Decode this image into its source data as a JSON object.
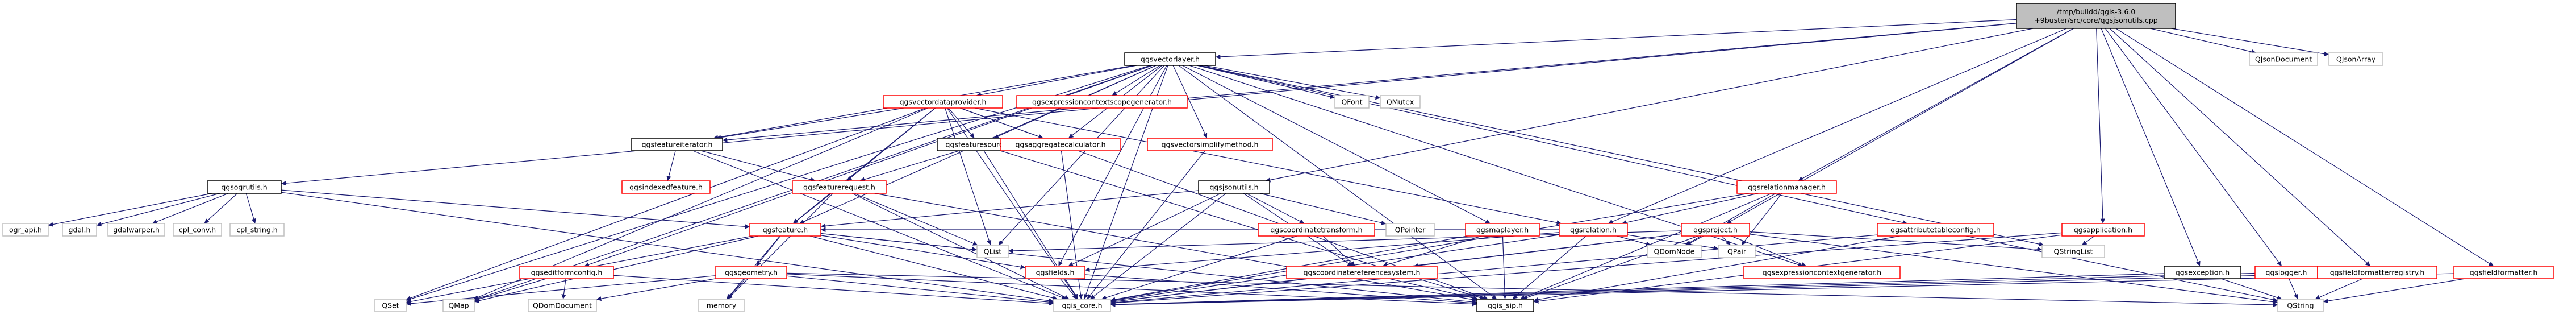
{
  "graph": {
    "edge_color": "#191970",
    "node_colors": {
      "root": {
        "fill": "#bfbfbf",
        "stroke": "#000000"
      },
      "documented": {
        "fill": "#ffffff",
        "stroke": "#000000"
      },
      "undocumented": {
        "fill": "#ffffff",
        "stroke": "#ff0000"
      },
      "external": {
        "fill": "#ffffff",
        "stroke": "#bfbfbf"
      }
    },
    "nodes": [
      {
        "id": "root",
        "label": [
          "/tmp/buildd/qgis-3.6.0",
          "+9buster/src/core/qgsjsonutils.cpp"
        ],
        "kind": "root"
      },
      {
        "id": "qgsvectorlayer",
        "label": [
          "qgsvectorlayer.h"
        ],
        "kind": "documented"
      },
      {
        "id": "qjsondocument",
        "label": [
          "QJsonDocument"
        ],
        "kind": "external"
      },
      {
        "id": "qjsonarray",
        "label": [
          "QJsonArray"
        ],
        "kind": "external"
      },
      {
        "id": "qgsvectordataprovider",
        "label": [
          "qgsvectordataprovider.h"
        ],
        "kind": "undocumented"
      },
      {
        "id": "qgsexpressioncontextscopegenerator",
        "label": [
          "qgsexpressioncontextscopegenerator.h"
        ],
        "kind": "undocumented"
      },
      {
        "id": "qfont",
        "label": [
          "QFont"
        ],
        "kind": "external"
      },
      {
        "id": "qmutex",
        "label": [
          "QMutex"
        ],
        "kind": "external"
      },
      {
        "id": "qgsogrutils",
        "label": [
          "qgsogrutils.h"
        ],
        "kind": "documented"
      },
      {
        "id": "qgsfeatureiterator",
        "label": [
          "qgsfeatureiterator.h"
        ],
        "kind": "documented"
      },
      {
        "id": "qgsfeaturesource",
        "label": [
          "qgsfeaturesource.h"
        ],
        "kind": "documented"
      },
      {
        "id": "qgsaggregatecalculator",
        "label": [
          "qgsaggregatecalculator.h"
        ],
        "kind": "undocumented"
      },
      {
        "id": "qgsvectorsimplifymethod",
        "label": [
          "qgsvectorsimplifymethod.h"
        ],
        "kind": "undocumented"
      },
      {
        "id": "qgsjsonutils",
        "label": [
          "qgsjsonutils.h"
        ],
        "kind": "documented"
      },
      {
        "id": "qgsrelationmanager",
        "label": [
          "qgsrelationmanager.h"
        ],
        "kind": "undocumented"
      },
      {
        "id": "qgsattributetableconfig",
        "label": [
          "qgsattributetableconfig.h"
        ],
        "kind": "undocumented"
      },
      {
        "id": "qgsapplication",
        "label": [
          "qgsapplication.h"
        ],
        "kind": "undocumented"
      },
      {
        "id": "qgsindexedfeature",
        "label": [
          "qgsindexedfeature.h"
        ],
        "kind": "undocumented"
      },
      {
        "id": "qgsfeaturerequest",
        "label": [
          "qgsfeaturerequest.h"
        ],
        "kind": "undocumented"
      },
      {
        "id": "ogr_api",
        "label": [
          "ogr_api.h"
        ],
        "kind": "external"
      },
      {
        "id": "gdal",
        "label": [
          "gdal.h"
        ],
        "kind": "external"
      },
      {
        "id": "gdalwarper",
        "label": [
          "gdalwarper.h"
        ],
        "kind": "external"
      },
      {
        "id": "cpl_conv",
        "label": [
          "cpl_conv.h"
        ],
        "kind": "external"
      },
      {
        "id": "cpl_string",
        "label": [
          "cpl_string.h"
        ],
        "kind": "external"
      },
      {
        "id": "qgscoordinatetransform",
        "label": [
          "qgscoordinatetransform.h"
        ],
        "kind": "undocumented"
      },
      {
        "id": "qpointer",
        "label": [
          "QPointer"
        ],
        "kind": "external"
      },
      {
        "id": "qgsmaplayer",
        "label": [
          "qgsmaplayer.h"
        ],
        "kind": "undocumented"
      },
      {
        "id": "qgsrelation",
        "label": [
          "qgsrelation.h"
        ],
        "kind": "undocumented"
      },
      {
        "id": "qgsproject",
        "label": [
          "qgsproject.h"
        ],
        "kind": "undocumented"
      },
      {
        "id": "qgsfeature",
        "label": [
          "qgsfeature.h"
        ],
        "kind": "undocumented"
      },
      {
        "id": "qgseditformconfig",
        "label": [
          "qgseditformconfig.h"
        ],
        "kind": "undocumented"
      },
      {
        "id": "qgsgeometry",
        "label": [
          "qgsgeometry.h"
        ],
        "kind": "undocumented"
      },
      {
        "id": "qgsfields",
        "label": [
          "qgsfields.h"
        ],
        "kind": "undocumented"
      },
      {
        "id": "qgscoordinatereferencesystem",
        "label": [
          "qgscoordinatereferencesystem.h"
        ],
        "kind": "undocumented"
      },
      {
        "id": "qgsexpressioncontextgenerator",
        "label": [
          "qgsexpressioncontextgenerator.h"
        ],
        "kind": "undocumented"
      },
      {
        "id": "qgsexception",
        "label": [
          "qgsexception.h"
        ],
        "kind": "documented"
      },
      {
        "id": "qgslogger",
        "label": [
          "qgslogger.h"
        ],
        "kind": "undocumented"
      },
      {
        "id": "qgsfieldformatterregistry",
        "label": [
          "qgsfieldformatterregistry.h"
        ],
        "kind": "undocumented"
      },
      {
        "id": "qgsfieldformatter",
        "label": [
          "qgsfieldformatter.h"
        ],
        "kind": "undocumented"
      },
      {
        "id": "qlist",
        "label": [
          "QList"
        ],
        "kind": "external"
      },
      {
        "id": "qdomnode",
        "label": [
          "QDomNode"
        ],
        "kind": "external"
      },
      {
        "id": "qpair",
        "label": [
          "QPair"
        ],
        "kind": "external"
      },
      {
        "id": "qstringlist",
        "label": [
          "QStringList"
        ],
        "kind": "external"
      },
      {
        "id": "qset",
        "label": [
          "QSet"
        ],
        "kind": "external"
      },
      {
        "id": "qmap",
        "label": [
          "QMap"
        ],
        "kind": "external"
      },
      {
        "id": "qdomdocument",
        "label": [
          "QDomDocument"
        ],
        "kind": "external"
      },
      {
        "id": "memory",
        "label": [
          "memory"
        ],
        "kind": "external"
      },
      {
        "id": "qgis_core",
        "label": [
          "qgis_core.h"
        ],
        "kind": "external"
      },
      {
        "id": "qgis_sip",
        "label": [
          "qgis_sip.h"
        ],
        "kind": "documented"
      },
      {
        "id": "qstring",
        "label": [
          "QString"
        ],
        "kind": "external"
      }
    ],
    "edges": [
      [
        "root",
        "qgsvectorlayer"
      ],
      [
        "root",
        "qjsondocument"
      ],
      [
        "root",
        "qjsonarray"
      ],
      [
        "root",
        "qgsjsonutils"
      ],
      [
        "root",
        "qgsrelationmanager"
      ],
      [
        "root",
        "qgsapplication"
      ],
      [
        "root",
        "qgsexception"
      ],
      [
        "root",
        "qgslogger"
      ],
      [
        "root",
        "qgsfieldformatterregistry"
      ],
      [
        "root",
        "qgsfieldformatter"
      ],
      [
        "root",
        "qgsogrutils"
      ],
      [
        "root",
        "qgsproject"
      ],
      [
        "root",
        "qgsrelation"
      ],
      [
        "root",
        "qgsfeatureiterator"
      ],
      [
        "qgsvectorlayer",
        "qgsvectordataprovider"
      ],
      [
        "qgsvectorlayer",
        "qgsexpressioncontextscopegenerator"
      ],
      [
        "qgsvectorlayer",
        "qfont"
      ],
      [
        "qgsvectorlayer",
        "qmutex"
      ],
      [
        "qgsvectorlayer",
        "qgsfeaturesource"
      ],
      [
        "qgsvectorlayer",
        "qgsaggregatecalculator"
      ],
      [
        "qgsvectorlayer",
        "qgsvectorsimplifymethod"
      ],
      [
        "qgsvectorlayer",
        "qgsmaplayer"
      ],
      [
        "qgsvectorlayer",
        "qgsattributetableconfig"
      ],
      [
        "qgsvectorlayer",
        "qgseditformconfig"
      ],
      [
        "qgsvectorlayer",
        "qgsfeature"
      ],
      [
        "qgsvectorlayer",
        "qgsfields"
      ],
      [
        "qgsvectorlayer",
        "qgsfeatureiterator"
      ],
      [
        "qgsvectorlayer",
        "qlist"
      ],
      [
        "qgsvectorlayer",
        "qset"
      ],
      [
        "qgsvectorlayer",
        "qmap"
      ],
      [
        "qgsvectorlayer",
        "qstringlist"
      ],
      [
        "qgsvectorlayer",
        "qgis_core"
      ],
      [
        "qgsvectorlayer",
        "qgis_sip"
      ],
      [
        "qgsvectorlayer",
        "qgsexpressioncontextgenerator"
      ],
      [
        "qgsvectordataprovider",
        "qgsfeaturesource"
      ],
      [
        "qgsvectordataprovider",
        "qgsaggregatecalculator"
      ],
      [
        "qgsvectordataprovider",
        "qgsfeaturerequest"
      ],
      [
        "qgsvectordataprovider",
        "qgsfeature"
      ],
      [
        "qgsvectordataprovider",
        "qgsrelation"
      ],
      [
        "qgsvectordataprovider",
        "qgsfeatureiterator"
      ],
      [
        "qgsvectordataprovider",
        "qlist"
      ],
      [
        "qgsvectordataprovider",
        "qset"
      ],
      [
        "qgsvectordataprovider",
        "qmap"
      ],
      [
        "qgsvectordataprovider",
        "qgis_core"
      ],
      [
        "qgsvectordataprovider",
        "qgis_sip"
      ],
      [
        "qgsfeatureiterator",
        "qgsfeaturerequest"
      ],
      [
        "qgsfeatureiterator",
        "qgsindexedfeature"
      ],
      [
        "qgsfeatureiterator",
        "qgis_core"
      ],
      [
        "qgsfeaturesource",
        "qgsfeaturerequest"
      ],
      [
        "qgsfeaturesource",
        "qgis_core"
      ],
      [
        "qgsfeaturesource",
        "qgis_sip"
      ],
      [
        "qgsaggregatecalculator",
        "qgis_core"
      ],
      [
        "qgsvectorsimplifymethod",
        "qgis_core"
      ],
      [
        "qgsfeaturerequest",
        "qgsfeature"
      ],
      [
        "qgsfeaturerequest",
        "qlist"
      ],
      [
        "qgsfeaturerequest",
        "memory"
      ],
      [
        "qgsfeaturerequest",
        "qgis_core"
      ],
      [
        "qgsfeaturerequest",
        "qgis_sip"
      ],
      [
        "qgsogrutils",
        "ogr_api"
      ],
      [
        "qgsogrutils",
        "gdal"
      ],
      [
        "qgsogrutils",
        "gdalwarper"
      ],
      [
        "qgsogrutils",
        "cpl_conv"
      ],
      [
        "qgsogrutils",
        "cpl_string"
      ],
      [
        "qgsogrutils",
        "qgsfeature"
      ],
      [
        "qgsogrutils",
        "qgis_core"
      ],
      [
        "qgsjsonutils",
        "qgsfeature"
      ],
      [
        "qgsjsonutils",
        "qgscoordinatetransform"
      ],
      [
        "qgsjsonutils",
        "qpointer"
      ],
      [
        "qgsjsonutils",
        "qgsfields"
      ],
      [
        "qgsjsonutils",
        "qgis_core"
      ],
      [
        "qgsjsonutils",
        "qgscoordinatereferencesystem"
      ],
      [
        "qgscoordinatetransform",
        "qgscoordinatereferencesystem"
      ],
      [
        "qgscoordinatetransform",
        "qgis_core"
      ],
      [
        "qgsrelationmanager",
        "qgsrelation"
      ],
      [
        "qgsrelationmanager",
        "qgis_core"
      ],
      [
        "qgsrelationmanager",
        "qdomnode"
      ],
      [
        "qgsrelationmanager",
        "qpair"
      ],
      [
        "qgsrelationmanager",
        "qgis_sip"
      ],
      [
        "qgsrelation",
        "qgsfields"
      ],
      [
        "qgsrelation",
        "qdomnode"
      ],
      [
        "qgsrelation",
        "qpair"
      ],
      [
        "qgsrelation",
        "qgis_core"
      ],
      [
        "qgsrelation",
        "qgis_sip"
      ],
      [
        "qgsrelation",
        "qgsfeature"
      ],
      [
        "qgsmaplayer",
        "qgscoordinatereferencesystem"
      ],
      [
        "qgsmaplayer",
        "qgis_core"
      ],
      [
        "qgsmaplayer",
        "qgis_sip"
      ],
      [
        "qgsproject",
        "qgscoordinatereferencesystem"
      ],
      [
        "qgsproject",
        "qgsexpressioncontextgenerator"
      ],
      [
        "qgsproject",
        "qstringlist"
      ],
      [
        "qgsproject",
        "qdomnode"
      ],
      [
        "qgsproject",
        "qpair"
      ],
      [
        "qgsproject",
        "qlist"
      ],
      [
        "qgsproject",
        "qgis_core"
      ],
      [
        "qgsproject",
        "qgis_sip"
      ],
      [
        "qgsproject",
        "qstring"
      ],
      [
        "qgsattributetableconfig",
        "qgis_core"
      ],
      [
        "qgsattributetableconfig",
        "qstring"
      ],
      [
        "qgsattributetableconfig",
        "qgis_sip"
      ],
      [
        "qgsapplication",
        "qstringlist"
      ],
      [
        "qgsapplication",
        "qgis_core"
      ],
      [
        "qgsapplication",
        "qgis_sip"
      ],
      [
        "qgsfeature",
        "qgsgeometry"
      ],
      [
        "qgsfeature",
        "qgsfields"
      ],
      [
        "qgsfeature",
        "qlist"
      ],
      [
        "qgsfeature",
        "qset"
      ],
      [
        "qgsfeature",
        "qmap"
      ],
      [
        "qgsfeature",
        "memory"
      ],
      [
        "qgsfeature",
        "qgis_core"
      ],
      [
        "qgsfeature",
        "qgis_sip"
      ],
      [
        "qgseditformconfig",
        "qmap"
      ],
      [
        "qgseditformconfig",
        "qdomdocument"
      ],
      [
        "qgseditformconfig",
        "qgis_core"
      ],
      [
        "qgsgeometry",
        "qset"
      ],
      [
        "qgsgeometry",
        "qdomdocument"
      ],
      [
        "qgsgeometry",
        "memory"
      ],
      [
        "qgsgeometry",
        "qgis_core"
      ],
      [
        "qgsgeometry",
        "qgis_sip"
      ],
      [
        "qgsgeometry",
        "qstring"
      ],
      [
        "qgsfields",
        "qgis_core"
      ],
      [
        "qgsfields",
        "qgis_sip"
      ],
      [
        "qgscoordinatereferencesystem",
        "qgis_core"
      ],
      [
        "qgscoordinatereferencesystem",
        "qgis_sip"
      ],
      [
        "qgsexception",
        "qstring"
      ],
      [
        "qgsexception",
        "qgis_core"
      ],
      [
        "qgslogger",
        "qstring"
      ],
      [
        "qgslogger",
        "qgis_core"
      ],
      [
        "qgsfieldformatterregistry",
        "qstring"
      ],
      [
        "qgsfieldformatterregistry",
        "qgis_core"
      ],
      [
        "qgsfieldformatter",
        "qstring"
      ],
      [
        "qgsfieldformatter",
        "qgis_core"
      ]
    ]
  }
}
